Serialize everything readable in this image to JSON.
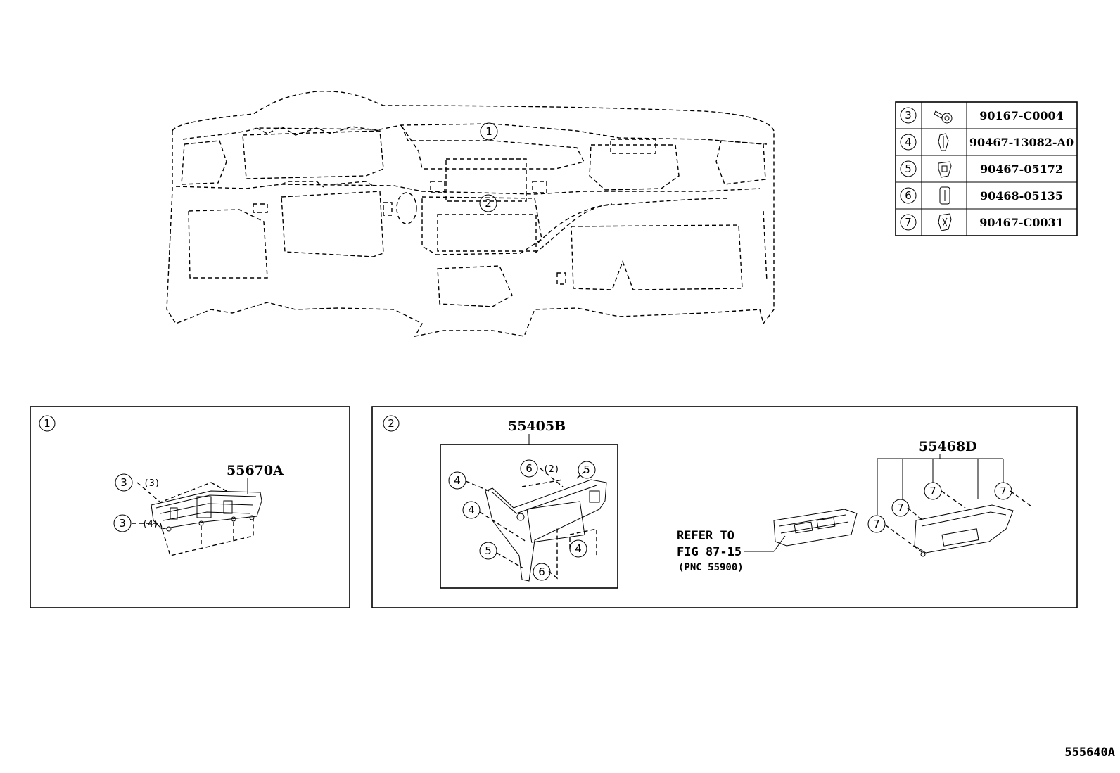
{
  "diagram": {
    "figure_code": "555640A",
    "overview_callouts": [
      "1",
      "2"
    ],
    "fastener_table": [
      {
        "key": "3",
        "icon": "bolt-icon",
        "part_no": "90167-C0004"
      },
      {
        "key": "4",
        "icon": "clip-icon",
        "part_no": "90467-13082-A0"
      },
      {
        "key": "5",
        "icon": "clip-icon",
        "part_no": "90467-05172"
      },
      {
        "key": "6",
        "icon": "clip-icon",
        "part_no": "90468-05135"
      },
      {
        "key": "7",
        "icon": "clip-icon",
        "part_no": "90467-C0031"
      }
    ],
    "detail1": {
      "key": "1",
      "part_label": "55670A",
      "callouts": [
        {
          "key": "3",
          "qty": "(3)"
        },
        {
          "key": "3",
          "qty": "(4)"
        }
      ]
    },
    "detail2": {
      "key": "2",
      "panel_part_label": "55405B",
      "panel_callouts": [
        {
          "key": "6",
          "qty": "(2)"
        },
        {
          "key": "5",
          "qty": ""
        },
        {
          "key": "4",
          "qty": ""
        },
        {
          "key": "4",
          "qty": ""
        },
        {
          "key": "5",
          "qty": ""
        },
        {
          "key": "4",
          "qty": ""
        },
        {
          "key": "6",
          "qty": ""
        }
      ],
      "refer_lines": [
        "REFER TO",
        "FIG 87-15",
        "(PNC 55900)"
      ],
      "bezel_part_label": "55468D",
      "bezel_callouts": [
        "7",
        "7",
        "7",
        "7"
      ]
    }
  }
}
